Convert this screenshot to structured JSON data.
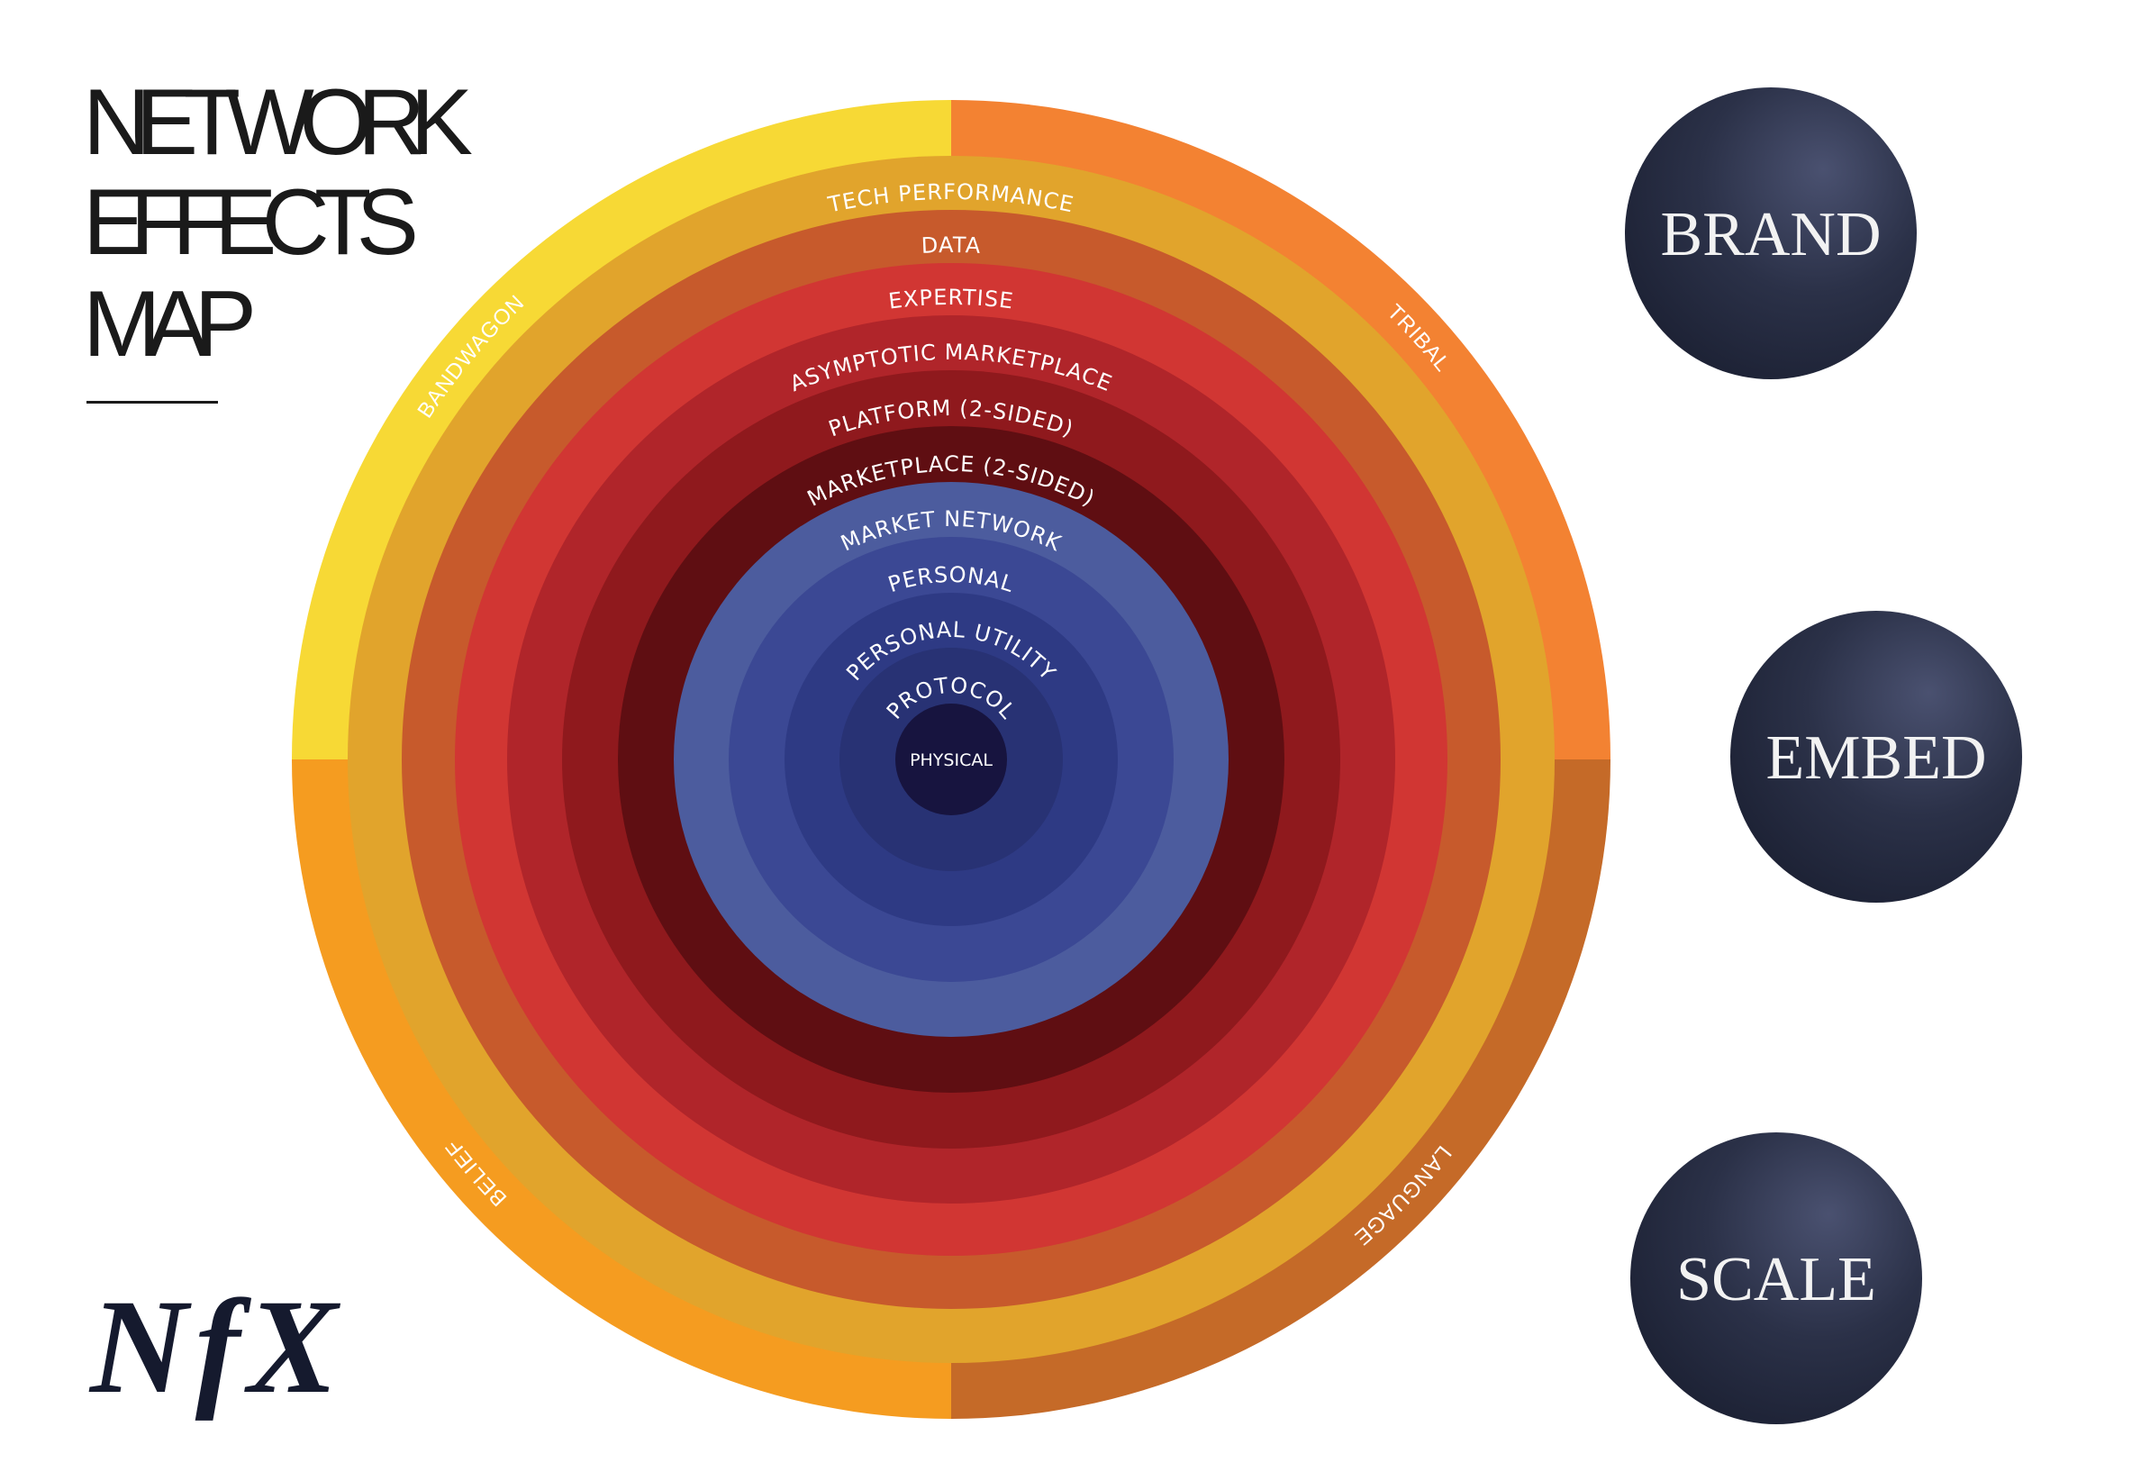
{
  "title": {
    "lines": [
      "NETWORK",
      "EFFECTS",
      "MAP"
    ]
  },
  "rings": [
    {
      "label": "PHYSICAL",
      "color": "#17143f"
    },
    {
      "label": "PROTOCOL",
      "color": "#283274"
    },
    {
      "label": "PERSONAL UTILITY",
      "color": "#2e3a84"
    },
    {
      "label": "PERSONAL",
      "color": "#3b4894"
    },
    {
      "label": "MARKET NETWORK",
      "color": "#4c5c9e"
    },
    {
      "label": "MARKETPLACE (2-SIDED)",
      "color": "#5f0e12"
    },
    {
      "label": "PLATFORM (2-SIDED)",
      "color": "#8f191d"
    },
    {
      "label": "ASYMPTOTIC MARKETPLACE",
      "color": "#b0252a"
    },
    {
      "label": "EXPERTISE",
      "color": "#d13633"
    },
    {
      "label": "DATA",
      "color": "#c75a2c"
    },
    {
      "label": "TECH PERFORMANCE",
      "color": "#e1a42c"
    }
  ],
  "quadrants": [
    {
      "label": "BANDWAGON",
      "color": "#f7d935"
    },
    {
      "label": "TRIBAL",
      "color": "#f38232"
    },
    {
      "label": "LANGUAGE",
      "color": "#c56a28"
    },
    {
      "label": "BELIEF",
      "color": "#f59c20"
    }
  ],
  "pillars": [
    {
      "label": "BRAND"
    },
    {
      "label": "EMBED"
    },
    {
      "label": "SCALE"
    }
  ],
  "logo": {
    "text": "NfX",
    "color": "#151a2e"
  }
}
